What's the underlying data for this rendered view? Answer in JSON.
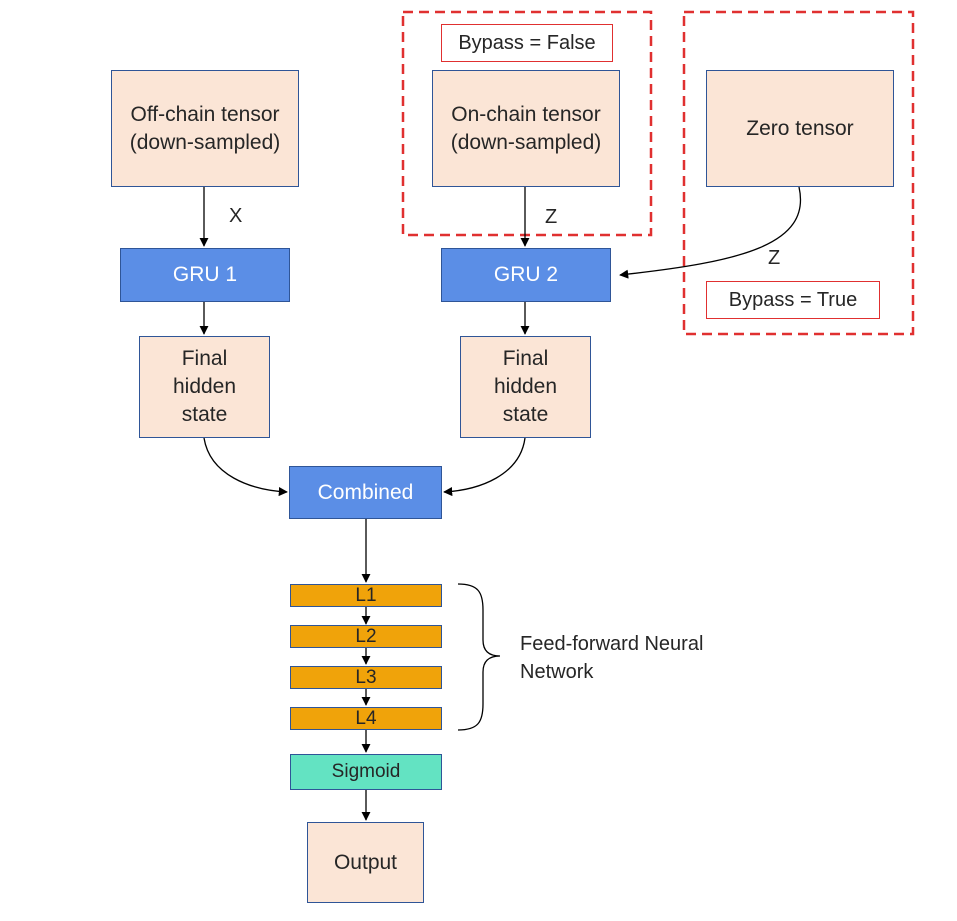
{
  "nodes": {
    "off_chain": "Off-chain tensor\n(down-sampled)",
    "on_chain": "On-chain tensor\n(down-sampled)",
    "zero": "Zero tensor",
    "gru1": "GRU 1",
    "gru2": "GRU 2",
    "hidden1": "Final\nhidden\nstate",
    "hidden2": "Final\nhidden\nstate",
    "combined": "Combined",
    "l1": "L1",
    "l2": "L2",
    "l3": "L3",
    "l4": "L4",
    "sigmoid": "Sigmoid",
    "output": "Output"
  },
  "tags": {
    "bypass_false": "Bypass = False",
    "bypass_true": "Bypass = True"
  },
  "edge_labels": {
    "x": "X",
    "z_on": "Z",
    "z_zero": "Z"
  },
  "ffnn_label": "Feed-forward Neural\nNetwork",
  "colors": {
    "peach": "#fbe5d6",
    "blue": "#5b8ee6",
    "orange": "#f0a30a",
    "teal": "#63e3c2",
    "dashed_red": "#e03030"
  }
}
